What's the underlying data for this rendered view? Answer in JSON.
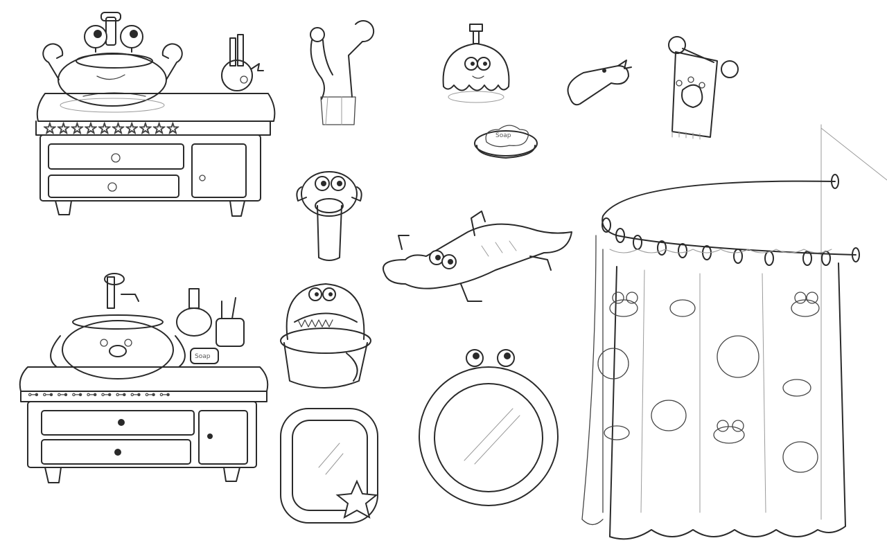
{
  "sheet": {
    "title": "",
    "style": "pencil sketch concept sheet",
    "colors": {
      "background": "#ffffff",
      "line": "#2a2a2a",
      "light_line": "#9a9a9a"
    }
  },
  "items": [
    {
      "id": "crab-sink-vanity",
      "label": "Crab sink vanity with starfish trim"
    },
    {
      "id": "whale-toothbrush-holder",
      "label": "Whale toothbrush holder"
    },
    {
      "id": "seahorse-towel-hook",
      "label": "Seahorse towel hook"
    },
    {
      "id": "fish-faucet",
      "label": "Fish faucet"
    },
    {
      "id": "frog-towel-holder",
      "label": "Frog towel holder"
    },
    {
      "id": "jellyfish-soap-dispenser",
      "label": "Jellyfish soap dispenser"
    },
    {
      "id": "shell-soap-dish",
      "label": "Soap dish",
      "text": "Soap"
    },
    {
      "id": "fish-spout",
      "label": "Fish spout"
    },
    {
      "id": "mouse-towel-ring",
      "label": "Mouse towel ring"
    },
    {
      "id": "crocodile-bath-mat",
      "label": "Crocodile bath mat"
    },
    {
      "id": "dog-sink-vanity",
      "label": "Dog sink vanity with bone trim"
    },
    {
      "id": "bone-soap-dish",
      "label": "Bone soap dish",
      "text": "Soap"
    },
    {
      "id": "dinosaur-hamper",
      "label": "Dinosaur hamper"
    },
    {
      "id": "square-mirror-starfish",
      "label": "Square mirror with starfish"
    },
    {
      "id": "crab-round-mirror",
      "label": "Crab round mirror"
    },
    {
      "id": "shower-curtain",
      "label": "Curved rod shower curtain with sea creatures"
    }
  ]
}
